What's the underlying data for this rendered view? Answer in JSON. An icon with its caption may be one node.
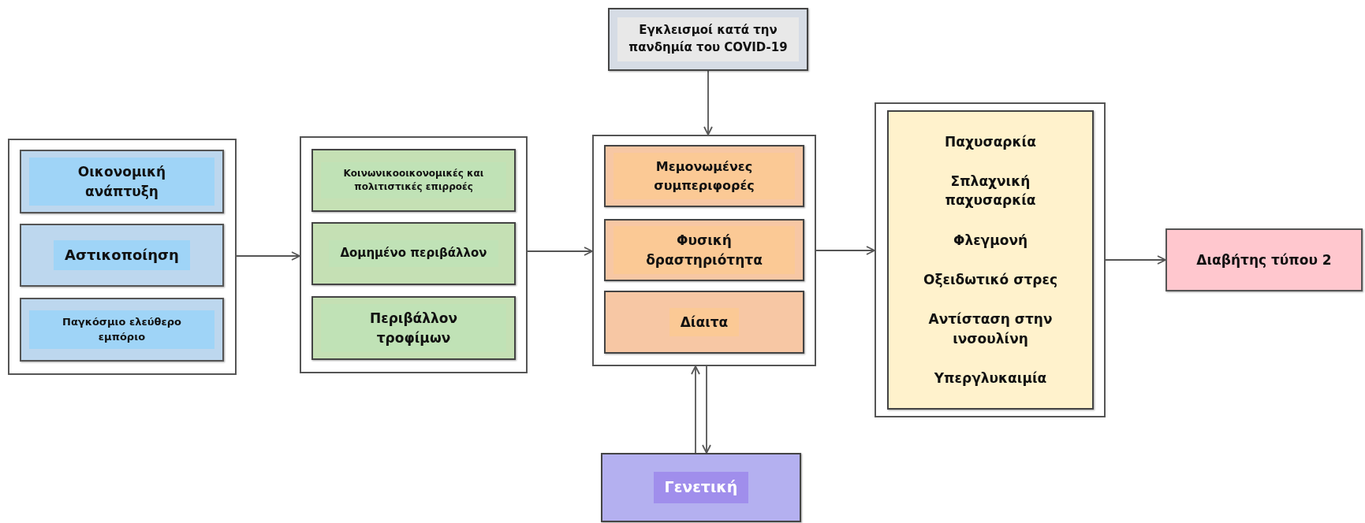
{
  "diagram": {
    "nodes": [
      {
        "text": [],
        "shape": "box"
      },
      {
        "text": [
          "Οικονομική ανάπτυξη"
        ],
        "in": 0
      },
      {
        "text": [
          "Αστικοποίηση"
        ],
        "in": 0
      },
      {
        "text": [
          "Παγκόσμιο ελεύθερο εμπόριο"
        ],
        "in": 0
      },
      {
        "text": [],
        "shape": "box"
      },
      {
        "text": [
          "Κοινωνικοοικονομικές και πολιτιστικές επιρροές"
        ],
        "in": 4
      },
      {
        "text": [
          "Δομημένο περιβάλλον"
        ],
        "in": 4
      },
      {
        "text": [
          "Περιβάλλον τροφίμων"
        ],
        "in": 4
      },
      {
        "text": [
          "Εγκλεισμοί κατά την πανδημία του COVID-19"
        ]
      },
      {
        "text": [],
        "shape": "box"
      },
      {
        "text": [
          "Μεμονωμένες συμπεριφορές"
        ],
        "in": 9
      },
      {
        "text": [
          "Φυσική δραστηριότητα"
        ],
        "in": 9
      },
      {
        "text": [
          "Δίαιτα"
        ],
        "in": 9
      },
      {
        "text": [
          "Γενετική"
        ]
      },
      {
        "text": [],
        "shape": "box"
      },
      {
        "text": [
          "Παχυσαρκία",
          "Σπλαχνική παχυσαρκία",
          "Φλεγμονή",
          "Οξειδωτικό στρες",
          "Αντίσταση στην ινσουλίνη",
          "Υπεργλυκαιμία"
        ],
        "in": 14
      },
      {
        "text": [
          "Διαβήτης τύπου 2"
        ]
      }
    ],
    "edges": [
      {
        "from": 0,
        "to": 4,
        "arrow": "to"
      },
      {
        "from": 4,
        "to": 9,
        "arrow": "to"
      },
      {
        "from": 8,
        "to": 9,
        "arrow": "to"
      },
      {
        "from": 13,
        "to": 9,
        "arrow": "to"
      },
      {
        "from": 9,
        "to": 13,
        "arrow": "to"
      },
      {
        "from": 9,
        "to": 14,
        "arrow": "to"
      },
      {
        "from": 14,
        "to": 16,
        "arrow": "to"
      }
    ]
  }
}
